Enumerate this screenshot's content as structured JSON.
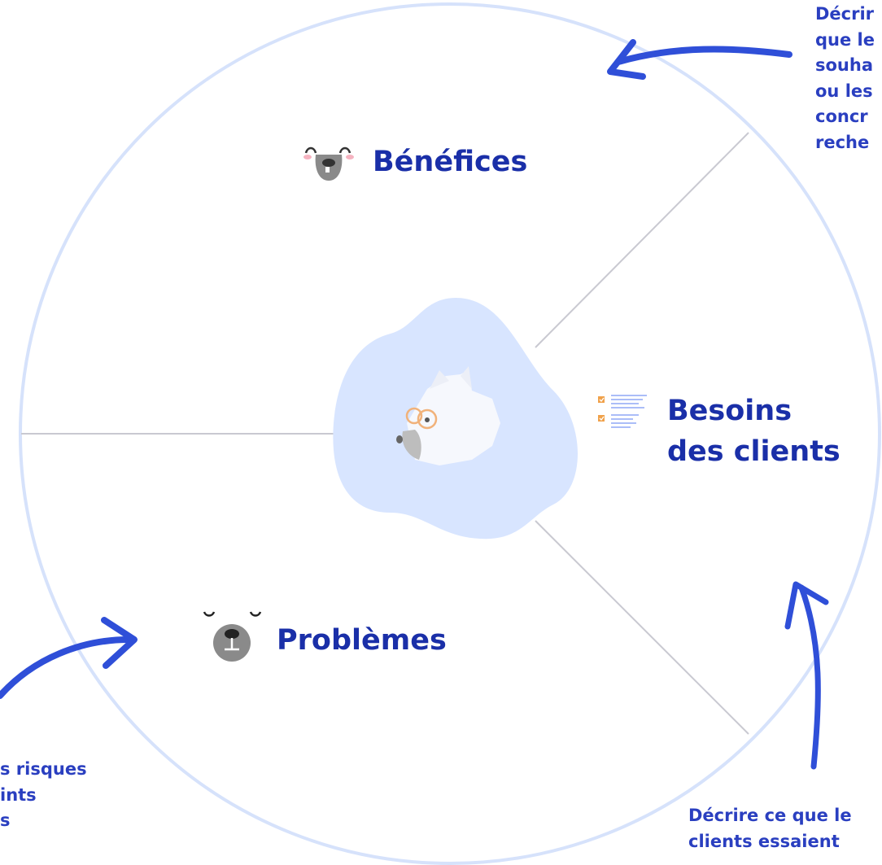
{
  "colors": {
    "circle": "#d6e2fb",
    "divider": "#c9c9d1",
    "blob": "#d8e5ff",
    "text": "#1a2fa8",
    "arrow": "#2f4fd8"
  },
  "sections": {
    "benefits": {
      "label": "Bénéfices",
      "icon": "happy-bear-icon"
    },
    "needs": {
      "label_line1": "Besoins",
      "label_line2": "des clients",
      "icon": "checklist-icon"
    },
    "problems": {
      "label": "Problèmes",
      "icon": "sad-bear-icon"
    }
  },
  "center": {
    "icon": "fox-with-glasses-icon"
  },
  "notes": {
    "top_right": [
      "Décrir",
      "que le",
      "souha",
      "ou les",
      "concr",
      "reche"
    ],
    "bottom_left": [
      "s risques",
      "ints",
      "s"
    ],
    "bottom_right": [
      "Décrire ce que le",
      "clients essaient"
    ]
  }
}
